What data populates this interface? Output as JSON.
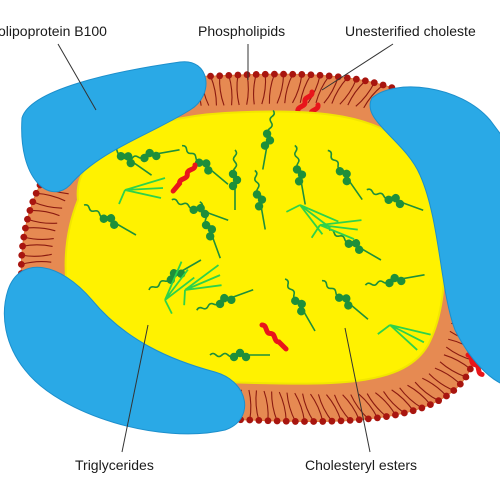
{
  "labels": {
    "apolipoprotein": "olipoprotein B100",
    "phospholipids": "Phospholipids",
    "unesterified_cholesterol": "Unesterified choleste",
    "triglycerides": "Triglycerides",
    "cholesteryl_esters": "Cholesteryl esters"
  },
  "colors": {
    "shell": "#e07a3e",
    "shell_fill": "#e68a52",
    "phospholipid_head": "#a8150f",
    "phospholipid_tail": "#8b1a10",
    "core": "#fff200",
    "core_edge": "#f2e600",
    "protein": "#2aa9e6",
    "protein_edge": "#1c8fcc",
    "cholesteryl_ester": "#1e8f3a",
    "triglyceride": "#2ed24a",
    "free_cholesterol": "#e8151b",
    "leader": "#333333"
  }
}
